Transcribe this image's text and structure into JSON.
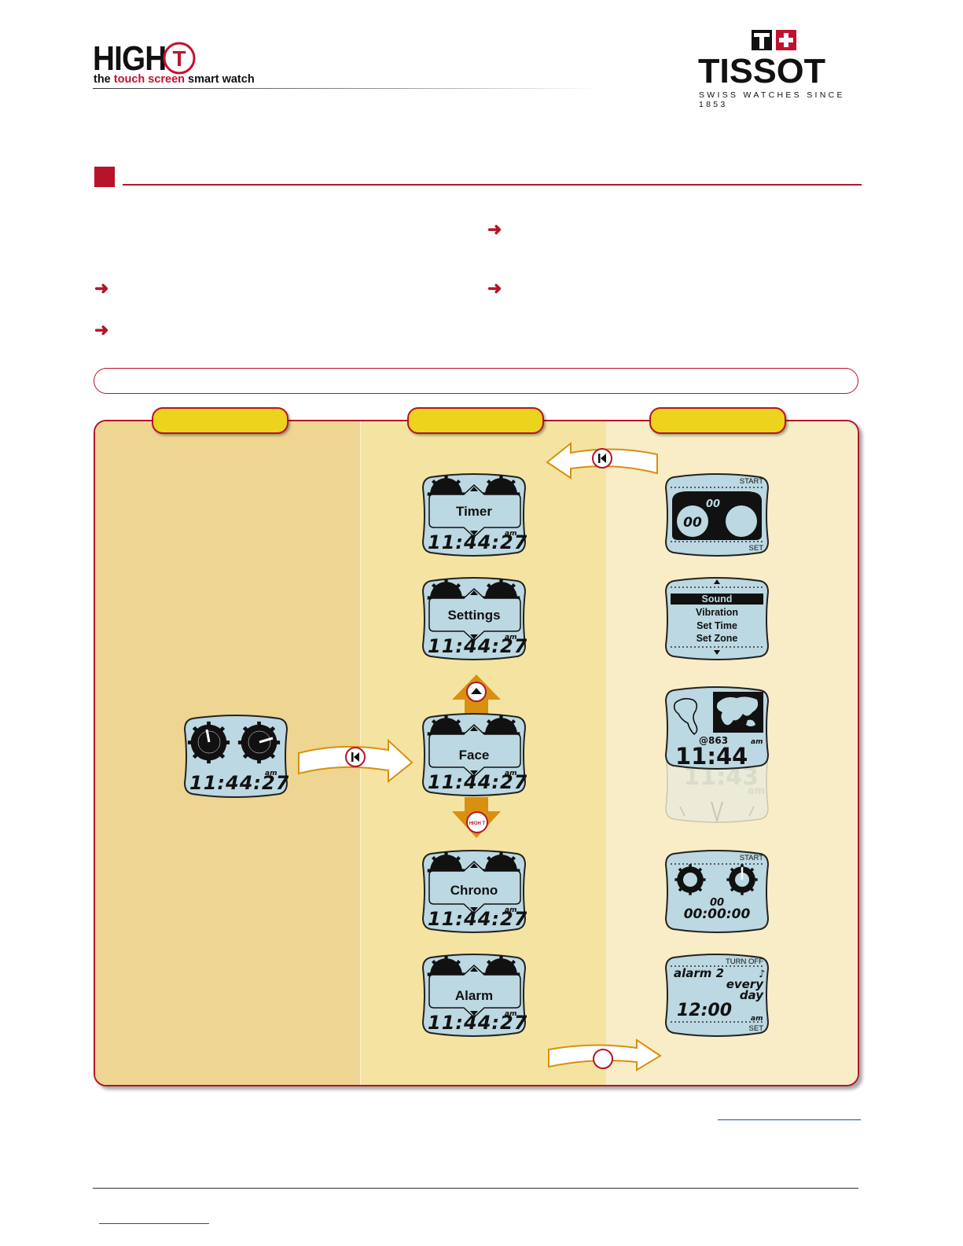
{
  "header": {
    "brand": "HIGH",
    "brand_mark": "T",
    "tagline_pre": "the ",
    "tagline_red": "touch screen",
    "tagline_post": " smart watch",
    "logo_word": "TISSOT",
    "logo_tagline": "SWISS WATCHES SINCE 1853"
  },
  "screens": {
    "home_time": "11:44:27",
    "am": "am",
    "mode_labels": [
      "Timer",
      "Settings",
      "Face",
      "Chrono",
      "Alarm"
    ],
    "timer_start": "START",
    "timer_set": "SET",
    "settings_menu": [
      "Sound",
      "Vibration",
      "Set Time",
      "Set Zone"
    ],
    "world_code": "@863",
    "world_time": "11:44",
    "world_am": "am",
    "ghost_time": "11:43",
    "ghost_am": "am",
    "chrono_start": "START",
    "chrono_readout": "00:00:00",
    "chrono_sub": "00",
    "alarm_turnoff": "TURN OFF",
    "alarm_name": "alarm 2",
    "alarm_every": "every",
    "alarm_day": "day",
    "alarm_time": "12:00",
    "alarm_am": "am",
    "alarm_set": "SET",
    "button_badge": "HIGH T"
  },
  "colors": {
    "accent": "#b5142a",
    "tab_yellow": "#ecd31c",
    "col1_bg": "#eed591",
    "col2_bg": "#f5e4a1",
    "col3_bg": "#f8edc6",
    "lcd": "#bcd8e2",
    "orange_arrow": "#d8900f"
  }
}
